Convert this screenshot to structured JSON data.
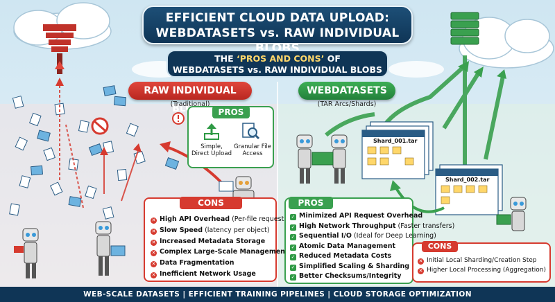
{
  "title": {
    "line1": "EFFICIENT CLOUD DATA UPLOAD:",
    "line2": "WEBDATASETS vs. RAW INDIVIDUAL BLOBS"
  },
  "subtitle": {
    "prefix": "THE ",
    "highlight": "‘PROS AND CONS’",
    "suffix": " OF",
    "line2": "WEBDATASETS vs. RAW INDIVIDUAL BLOBS"
  },
  "left": {
    "heading": "RAW INDIVIDUAL BLOBS",
    "subheading": "(Traditional)",
    "pros": {
      "label": "PROS",
      "items": [
        "Simple, Direct Upload",
        "Granular File Access"
      ]
    },
    "cons": {
      "label": "CONS",
      "items": [
        {
          "bold": "High API Overhead",
          "rest": " (Per-file requests)"
        },
        {
          "bold": "Slow Speed",
          "rest": " (latency per object)"
        },
        {
          "bold": "Increased Metadata Storage",
          "rest": ""
        },
        {
          "bold": "Complex Large-Scale Management",
          "rest": ""
        },
        {
          "bold": "Data Fragmentation",
          "rest": ""
        },
        {
          "bold": "Inefficient Network Usage",
          "rest": ""
        }
      ]
    }
  },
  "right": {
    "heading": "WEBDATASETS",
    "subheading": "(TAR Arcs/Shards)",
    "shards": [
      "Shard_001.tar",
      "Shard_002.tar"
    ],
    "pros": {
      "label": "PROS",
      "items": [
        {
          "bold": "Minimized API Request Overhead",
          "rest": ""
        },
        {
          "bold": "High Network Throughput",
          "rest": " (Faster transfers)"
        },
        {
          "bold": "Sequential I/O",
          "rest": " (Ideal for Deep Learning)"
        },
        {
          "bold": "Atomic Data Management",
          "rest": ""
        },
        {
          "bold": "Reduced Metadata Costs",
          "rest": ""
        },
        {
          "bold": "Simplified Scaling & Sharding",
          "rest": ""
        },
        {
          "bold": "Better Checksums/Integrity",
          "rest": ""
        }
      ]
    },
    "cons": {
      "label": "CONS",
      "items": [
        {
          "bold": "",
          "rest": "Initial Local Sharding/Creation Step"
        },
        {
          "bold": "",
          "rest": "Higher Local Processing (Aggregation)"
        }
      ]
    }
  },
  "footer": "WEB-SCALE DATASETS | EFFICIENT TRAINING PIPELINES | CLOUD STORAGE OPTIMIZATION",
  "colors": {
    "navy": "#0f3556",
    "red": "#d63a2f",
    "green": "#3aa04f",
    "sky": "#dfeef6"
  },
  "icons": [
    "cloud-icon",
    "upload-arrow-icon",
    "magnifier-icon",
    "document-icon",
    "image-icon",
    "robot-icon",
    "laptop-icon",
    "no-entry-icon",
    "warning-icon",
    "server-icon",
    "archive-icon"
  ]
}
